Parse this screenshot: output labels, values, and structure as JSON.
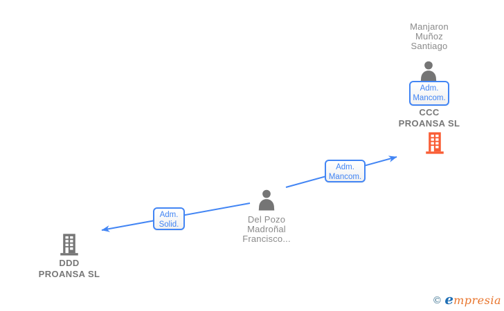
{
  "colors": {
    "edge_blue": "#4285f4",
    "node_gray": "#757575",
    "company_orange": "#f95d35",
    "label_gray": "#8a8a8a",
    "company_text": "#777777",
    "brand_blue": "#1f6fb5",
    "brand_orange": "#e8752d",
    "brand_teal": "#437795"
  },
  "nodes": {
    "manjaron": {
      "icon": "person-icon",
      "lines": [
        "Manjaron",
        "Muñoz",
        "Santiago"
      ]
    },
    "ccc": {
      "icon": "building-icon",
      "lines": [
        "CCC",
        "PROANSA  SL"
      ]
    },
    "delpozo": {
      "icon": "person-icon",
      "lines": [
        "Del Pozo",
        "Madroñal",
        "Francisco..."
      ]
    },
    "ddd": {
      "icon": "building-icon",
      "lines": [
        "DDD",
        "PROANSA  SL"
      ]
    }
  },
  "edge_labels": {
    "manjaron_ccc": {
      "lines": [
        "Adm.",
        "Mancom."
      ]
    },
    "delpozo_ccc": {
      "lines": [
        "Adm.",
        "Mancom."
      ]
    },
    "delpozo_ddd": {
      "lines": [
        "Adm.",
        "Solid."
      ]
    }
  },
  "watermark": {
    "copyright_symbol": "©",
    "brand_first_letter": "e",
    "brand_rest": "mpresia"
  }
}
